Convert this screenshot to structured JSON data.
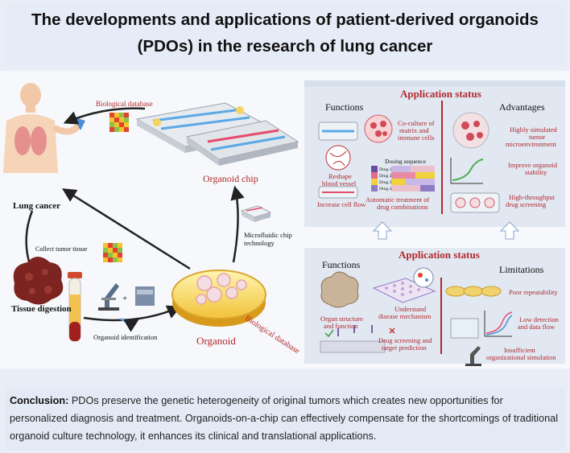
{
  "title": "The developments and applications of patient-derived organoids (PDOs) in the research of lung cancer",
  "workflow": {
    "biological_database_top": "Biological database",
    "biological_database_diag": "Biological database",
    "organoid_chip": "Organoid chip",
    "lung_cancer": "Lung cancer",
    "collect_tumor_tissue": "Collect tumor tissue",
    "tissue_digestion": "Tissue digestion",
    "organoid_identification": "Organoid identification",
    "organoid": "Organoid",
    "microfluidic_line1": "Microfluidic chip",
    "microfluidic_line2": "technology",
    "plus": "+"
  },
  "chip_panel": {
    "header": "Application status",
    "functions_title": "Functions",
    "advantages_title": "Advantages",
    "coculture_l1": "Co-culture of",
    "coculture_l2": "matrix and",
    "coculture_l3": "immune cells",
    "reshape_l1": "Reshape",
    "reshape_l2": "blood vessel",
    "dosing_title": "Dosing sequence",
    "drugs": [
      "Drug 1",
      "Drug 2",
      "Drug 3",
      "Drug 4"
    ],
    "increase_cell_flow": "Increase cell flow",
    "auto_l1": "Automatic treatment of",
    "auto_l2": "drug combinations",
    "adv1_l1": "Highly simulated",
    "adv1_l2": "tumor",
    "adv1_l3": "microenvironment",
    "adv2_l1": "Improve organoid",
    "adv2_l2": "stability",
    "adv3_l1": "High-throughput",
    "adv3_l2": "drug screening"
  },
  "organoid_panel": {
    "header": "Application status",
    "functions_title": "Functions",
    "limitations_title": "Limitations",
    "f1_l1": "Organ structure",
    "f1_l2": "and function",
    "f2_l1": "Understand",
    "f2_l2": "disease mechanism",
    "f3_l1": "Drug screening and",
    "f3_l2": "target prediction",
    "lim1": "Poor repeatability",
    "lim2_l1": "Low detection",
    "lim2_l2": "and data flow",
    "lim3_l1": "Insufficient",
    "lim3_l2": "organizational simulation"
  },
  "conclusion": {
    "label": "Conclusion:",
    "text": "PDOs preserve the genetic heterogeneity of original tumors which creates new opportunities for personalized diagnosis and treatment. Organoids-on-a-chip can effectively compensate for the shortcomings of traditional organoid culture technology, it enhances its clinical and translational applications."
  },
  "colors": {
    "accent_red": "#b3272a",
    "panel_bg": "#e1e8f2",
    "header_bg": "#e6ecf7"
  }
}
